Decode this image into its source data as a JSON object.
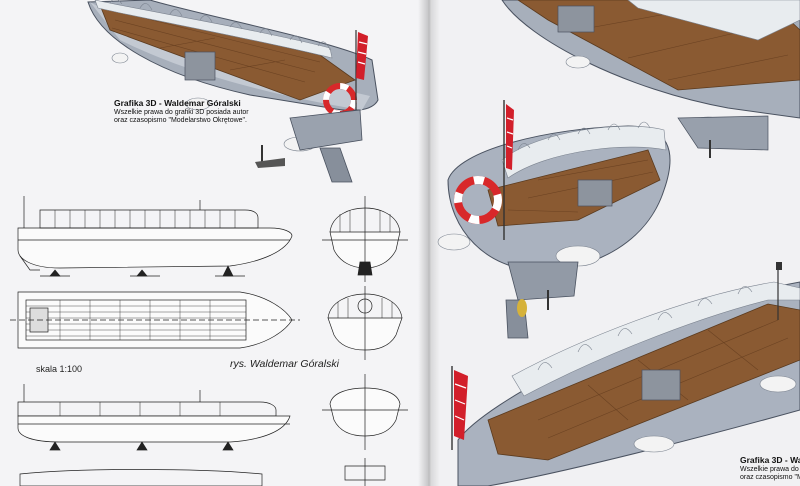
{
  "left_page": {
    "caption": {
      "title": "Grafika 3D - Waldemar Góralski",
      "line1": "Wszelkie prawa do grafiki 3D posiada autor",
      "line2": "oraz czasopismo \"Modelarstwo Okrętowe\"."
    },
    "scale": "skala 1:100",
    "author": "rys. Waldemar Góralski"
  },
  "right_page": {
    "caption": {
      "title": "Grafika 3D - Wal",
      "line1": "Wszelkie prawa do gr",
      "line2": "oraz czasopismo \"Mo"
    }
  },
  "colors": {
    "hull": "#aab2bf",
    "deck": "#8a5a32",
    "canopy": "#e8ecef",
    "flag_red": "#d21f2a",
    "lifebuoy_red": "#d8282a"
  }
}
